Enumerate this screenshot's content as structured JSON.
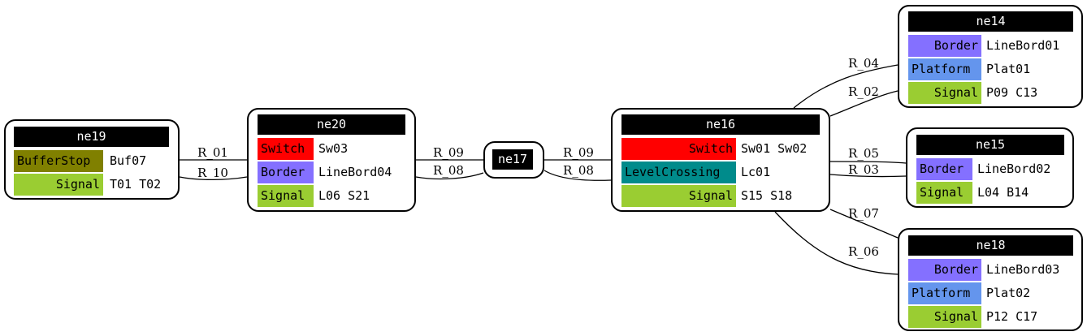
{
  "nodes": {
    "ne19": {
      "title": "ne19",
      "rows": [
        {
          "type": "BufferStop",
          "value": "Buf07",
          "color": "#808000"
        },
        {
          "type": "Signal",
          "value": "T01 T02",
          "color": "#9acd32"
        }
      ]
    },
    "ne20": {
      "title": "ne20",
      "rows": [
        {
          "type": "Switch",
          "value": "Sw03",
          "color": "#ff0000"
        },
        {
          "type": "Border",
          "value": "LineBord04",
          "color": "#8470ff"
        },
        {
          "type": "Signal",
          "value": "L06 S21",
          "color": "#9acd32"
        }
      ]
    },
    "ne17": {
      "title": "ne17"
    },
    "ne16": {
      "title": "ne16",
      "rows": [
        {
          "type": "Switch",
          "value": "Sw01 Sw02",
          "color": "#ff0000"
        },
        {
          "type": "LevelCrossing",
          "value": "Lc01",
          "color": "#008b8b"
        },
        {
          "type": "Signal",
          "value": "S15 S18",
          "color": "#9acd32"
        }
      ]
    },
    "ne14": {
      "title": "ne14",
      "rows": [
        {
          "type": "Border",
          "value": "LineBord01",
          "color": "#8470ff"
        },
        {
          "type": "Platform",
          "value": "Plat01",
          "color": "#6495ed"
        },
        {
          "type": "Signal",
          "value": "P09 C13",
          "color": "#9acd32"
        }
      ]
    },
    "ne15": {
      "title": "ne15",
      "rows": [
        {
          "type": "Border",
          "value": "LineBord02",
          "color": "#8470ff"
        },
        {
          "type": "Signal",
          "value": "L04 B14",
          "color": "#9acd32"
        }
      ]
    },
    "ne18": {
      "title": "ne18",
      "rows": [
        {
          "type": "Border",
          "value": "LineBord03",
          "color": "#8470ff"
        },
        {
          "type": "Platform",
          "value": "Plat02",
          "color": "#6495ed"
        },
        {
          "type": "Signal",
          "value": "P12 C17",
          "color": "#9acd32"
        }
      ]
    }
  },
  "edges": [
    {
      "id": "e1",
      "label": "R_01",
      "from": "ne19",
      "to": "ne20"
    },
    {
      "id": "e2",
      "label": "R_10",
      "from": "ne19",
      "to": "ne20"
    },
    {
      "id": "e3",
      "label": "R_09",
      "from": "ne20",
      "to": "ne17"
    },
    {
      "id": "e4",
      "label": "R_08",
      "from": "ne20",
      "to": "ne17"
    },
    {
      "id": "e5",
      "label": "R_09",
      "from": "ne17",
      "to": "ne16"
    },
    {
      "id": "e6",
      "label": "R_08",
      "from": "ne17",
      "to": "ne16"
    },
    {
      "id": "e7",
      "label": "R_04",
      "from": "ne16",
      "to": "ne14"
    },
    {
      "id": "e8",
      "label": "R_02",
      "from": "ne16",
      "to": "ne14"
    },
    {
      "id": "e9",
      "label": "R_05",
      "from": "ne16",
      "to": "ne15"
    },
    {
      "id": "e10",
      "label": "R_03",
      "from": "ne16",
      "to": "ne15"
    },
    {
      "id": "e11",
      "label": "R_07",
      "from": "ne16",
      "to": "ne18"
    },
    {
      "id": "e12",
      "label": "R_06",
      "from": "ne16",
      "to": "ne18"
    }
  ]
}
